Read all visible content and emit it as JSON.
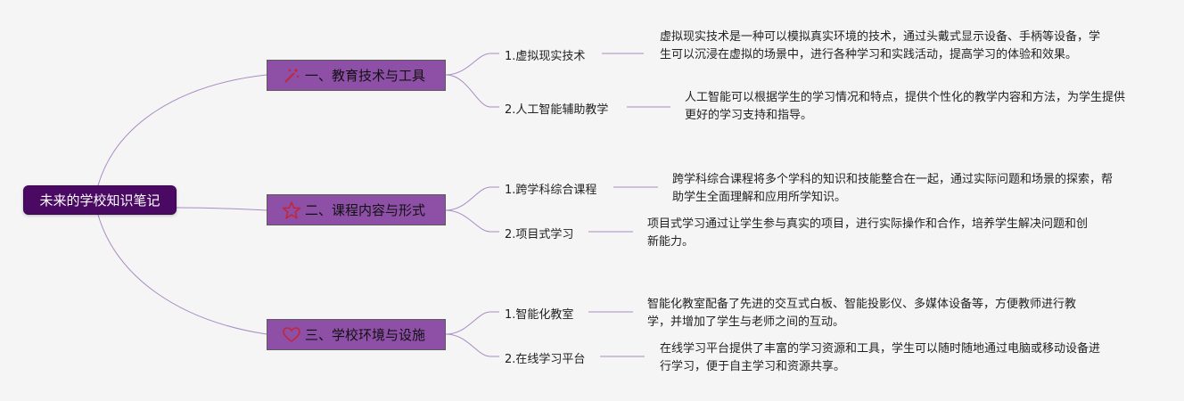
{
  "root": {
    "label": "未来的学校知识笔记"
  },
  "branches": [
    {
      "label": "一、教育技术与工具",
      "icon": "magic-wand-icon",
      "children": [
        {
          "label": "1.虚拟现实技术",
          "desc": "虚拟现实技术是一种可以模拟真实环境的技术，通过头戴式显示设备、手柄等设备，学生可以沉浸在虚拟的场景中，进行各种学习和实践活动，提高学习的体验和效果。"
        },
        {
          "label": "2.人工智能辅助教学",
          "desc": "人工智能可以根据学生的学习情况和特点，提供个性化的教学内容和方法，为学生提供更好的学习支持和指导。"
        }
      ]
    },
    {
      "label": "二、课程内容与形式",
      "icon": "star-icon",
      "children": [
        {
          "label": "1.跨学科综合课程",
          "desc": "跨学科综合课程将多个学科的知识和技能整合在一起，通过实际问题和场景的探索，帮助学生全面理解和应用所学知识。"
        },
        {
          "label": "2.项目式学习",
          "desc": "项目式学习通过让学生参与真实的项目，进行实际操作和合作，培养学生解决问题和创新能力。"
        }
      ]
    },
    {
      "label": "三、学校环境与设施",
      "icon": "heart-icon",
      "children": [
        {
          "label": "1.智能化教室",
          "desc": "智能化教室配备了先进的交互式白板、智能投影仪、多媒体设备等，方便教师进行教学，并增加了学生与老师之间的互动。"
        },
        {
          "label": "2.在线学习平台",
          "desc": "在线学习平台提供了丰富的学习资源和工具，学生可以随时随地通过电脑或移动设备进行学习，便于自主学习和资源共享。"
        }
      ]
    }
  ],
  "colors": {
    "line": "#a98bc4",
    "icon": "#c0283a"
  }
}
